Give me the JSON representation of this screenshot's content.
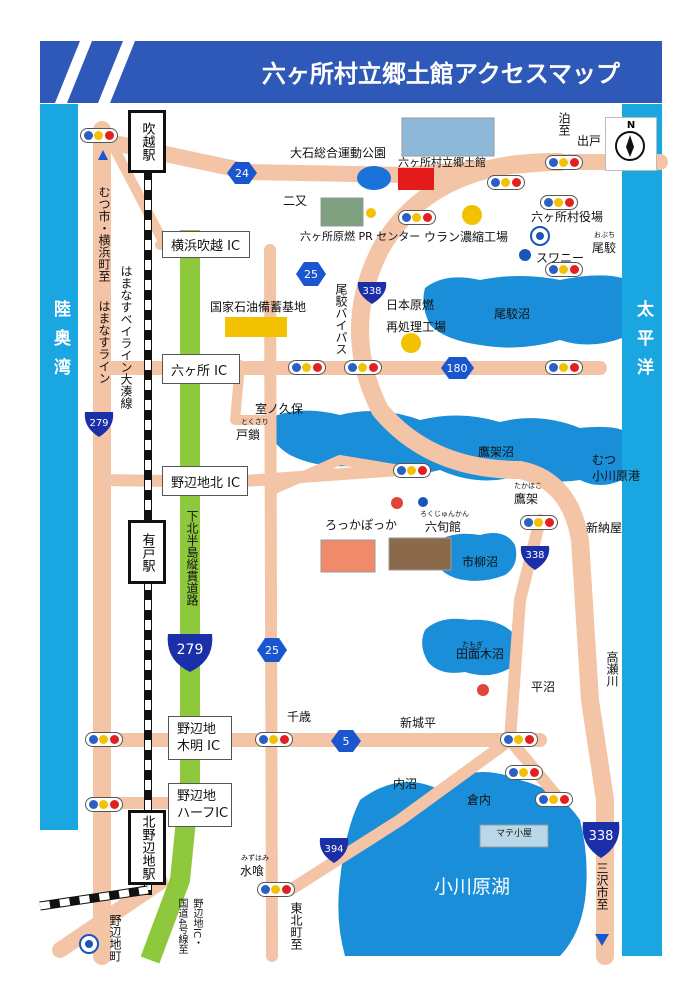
{
  "title": "六ヶ所村立郷土館アクセスマップ",
  "seas": {
    "west": "陸奥湾",
    "east": "太平洋"
  },
  "routes": {
    "r24": "24",
    "r25a": "25",
    "r25b": "25",
    "r338a": "338",
    "r338b": "338",
    "r338c": "338",
    "r180": "180",
    "r279a": "279",
    "r279b": "279",
    "r5": "5",
    "r394": "394"
  },
  "interchanges": {
    "yokohama_fukkoshi": "横浜吹越 IC",
    "rokkasho": "六ヶ所 IC",
    "noheji_hokubu": "野辺地北 IC",
    "noheji_kimei": "野辺地\n木明 IC",
    "noheji_half": "野辺地\nハーフIC"
  },
  "stations": {
    "fukkoshi": "吹越駅",
    "aridoo": "有戸駅",
    "kitanoheji": "北野辺地駅"
  },
  "places": {
    "oishi_park": "大石総合運動公園",
    "museum": "六ヶ所村立郷土館",
    "futamata": "二又",
    "pr_center": "六ヶ所原燃 PR センター",
    "uranium": "ウラン濃縮工場",
    "village_office": "六ヶ所村役場",
    "swany": "スワニー",
    "obuchi": "尾駮",
    "obuchi_ruby": "おぶち",
    "tomari": "泊至",
    "deto": "出戸",
    "oil_base": "国家石油備蓄基地",
    "nihon_genen": "日本原燃",
    "reprocessing": "再処理工場",
    "obuchi_bypass": "尾駮バイパス",
    "obuchi_numa": "尾駮沼",
    "munokubo": "室ノ久保",
    "tokusari": "戸鎖",
    "tokusari_ruby": "とくさり",
    "takahoko_numa": "鷹架沼",
    "takahoko": "鷹架",
    "takahoko_ruby": "たかほこ",
    "mutsu_ogawara_port": "むつ\n小川原港",
    "shinnouya": "新納屋",
    "rokkapokka": "ろっかぽっか",
    "rokujunkan": "六旬館",
    "rokujunkan_ruby": "ろくじゅんかん",
    "ichiyanagi_numa": "市柳沼",
    "tamogi_numa": "田面木沼",
    "tamogi_ruby": "たもぎ",
    "hiranuma": "平沼",
    "takase_river": "高瀬川",
    "chitose": "千歳",
    "shinjodaira": "新城平",
    "uchinuma": "内沼",
    "kurauchi": "倉内",
    "mate_goya": "マテ小屋",
    "ogawara_lake": "小川原湖",
    "misawa": "三沢市至",
    "mizuhami": "水喰",
    "mizuhami_ruby": "みずはみ",
    "higashidori": "東北町至",
    "noheji_town": "野辺地町",
    "noheji_ic_to": "野辺地IC・\n国道4号線至",
    "mutsu_yokohama": "むつ市・横浜町至",
    "hamanasu_line": "はまなすライン",
    "hamanasu_bayline": "はまなすベイライン大湊線",
    "shimokita_road": "下北半島縦貫道路"
  },
  "compass": "N",
  "colors": {
    "header": "#2f59b8",
    "sea": "#1aa6e0",
    "lake": "#1a8ed8",
    "road": "#f4c4a6",
    "expressway": "#8ec83c"
  }
}
